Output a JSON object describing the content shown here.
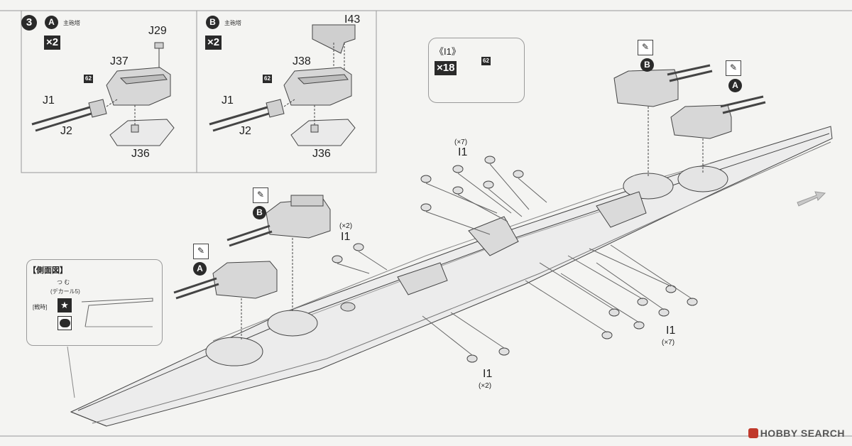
{
  "step": {
    "number": "3"
  },
  "panel_a": {
    "letter": "A",
    "title": "主砲塔",
    "qty": "×2",
    "labels": {
      "j29": "J29",
      "j37": "J37",
      "j1": "J1",
      "j2": "J2",
      "j36": "J36"
    },
    "paint": "62"
  },
  "panel_b": {
    "letter": "B",
    "title": "主砲塔",
    "qty": "×2",
    "labels": {
      "i43": "I43",
      "j38": "J38",
      "j1": "J1",
      "j2": "J2",
      "j36": "J36"
    },
    "paint": "62"
  },
  "panel_i1": {
    "title": "《I1》",
    "qty": "×18",
    "paint": "62"
  },
  "side_view": {
    "title": "【側面図】",
    "tsumu": "つ む",
    "decal": "(デカール5)",
    "wartime": "[戦時]"
  },
  "callouts": {
    "i1_group_top": {
      "mult": "(×7)",
      "label": "I1"
    },
    "i1_group_mid": {
      "mult": "(×2)",
      "label": "I1"
    },
    "i1_group_right": {
      "label": "I1",
      "mult": "(×7)"
    },
    "i1_group_bottom": {
      "label": "I1",
      "mult": "(×2)"
    },
    "turret_a_left": "A",
    "turret_b_left": "B",
    "turret_a_right": "A",
    "turret_b_right": "B"
  },
  "watermark": {
    "text": "HOBBY SEARCH"
  }
}
